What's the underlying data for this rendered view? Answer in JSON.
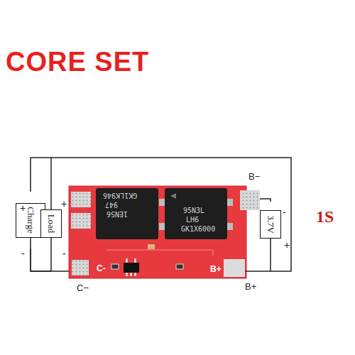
{
  "diagram": {
    "title": "CORE SET",
    "nodes": [
      {
        "text": [
          "Charge"
        ]
      },
      {
        "text": [
          "Load"
        ]
      },
      {
        "text": [
          "3.7V"
        ]
      }
    ],
    "edges": [
      {
        "from": 0,
        "to": 1,
        "arrow": "none"
      },
      {
        "from": 1,
        "to": 2,
        "arrow": "none"
      }
    ],
    "labels": [
      "+",
      "-",
      "+",
      "-",
      "B−",
      "-",
      "+",
      "C−",
      "B+",
      "1S",
      "C-",
      "B+",
      "GK1LK946",
      "947",
      "1EN56",
      "95N3L",
      "LH6",
      "GK1X6000"
    ]
  }
}
